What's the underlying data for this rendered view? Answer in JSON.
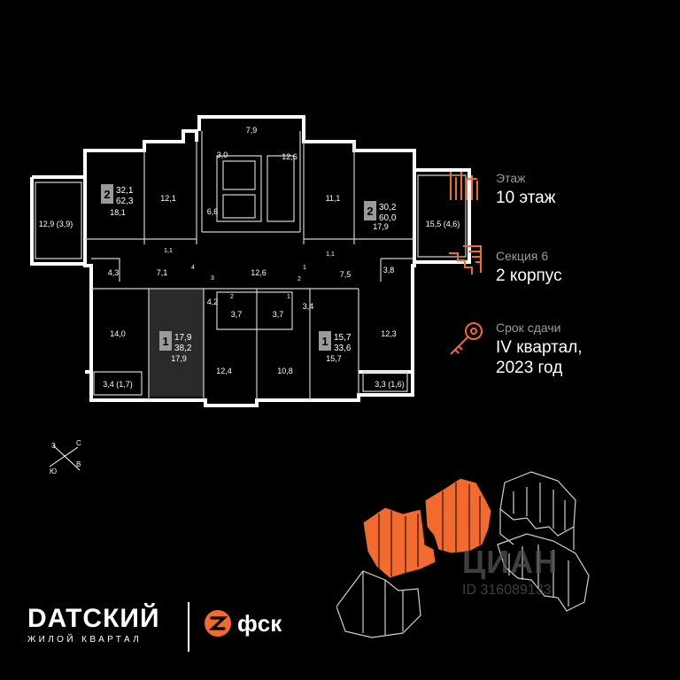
{
  "floor_plan": {
    "apartments": [
      {
        "id": "apt-2-left",
        "rooms": "2",
        "area_living": "32,1",
        "area_total": "62,3"
      },
      {
        "id": "apt-2-right",
        "rooms": "2",
        "area_living": "30,2",
        "area_total": "60,0"
      },
      {
        "id": "apt-1-left",
        "rooms": "1",
        "area_living": "17,9",
        "area_total": "38,2"
      },
      {
        "id": "apt-1-right",
        "rooms": "1",
        "area_living": "15,7",
        "area_total": "33,6"
      }
    ],
    "rooms": [
      {
        "key": "r1",
        "label": "7,9"
      },
      {
        "key": "r2",
        "label": "3,0"
      },
      {
        "key": "r3",
        "label": "12,6"
      },
      {
        "key": "r4",
        "label": "12,9 (3,9)"
      },
      {
        "key": "r5",
        "label": "18,1"
      },
      {
        "key": "r6",
        "label": "12,1"
      },
      {
        "key": "r7",
        "label": "6,6"
      },
      {
        "key": "r8",
        "label": "11,1"
      },
      {
        "key": "r9",
        "label": "17,9"
      },
      {
        "key": "r10",
        "label": "15,5 (4,6)"
      },
      {
        "key": "r11",
        "label": "1,1"
      },
      {
        "key": "r12",
        "label": "1,1"
      },
      {
        "key": "r13",
        "label": "4,3"
      },
      {
        "key": "r14",
        "label": "7,1"
      },
      {
        "key": "r15",
        "label": "12,6"
      },
      {
        "key": "r16",
        "label": "7,5"
      },
      {
        "key": "r17",
        "label": "3,8"
      },
      {
        "key": "r18",
        "label": "4,2"
      },
      {
        "key": "r19",
        "label": "3,7"
      },
      {
        "key": "r20",
        "label": "3,7"
      },
      {
        "key": "r21",
        "label": "3,4"
      },
      {
        "key": "r22",
        "label": "14,0"
      },
      {
        "key": "r23",
        "label": "17,9"
      },
      {
        "key": "r24",
        "label": "12,4"
      },
      {
        "key": "r25",
        "label": "10,8"
      },
      {
        "key": "r26",
        "label": "15,7"
      },
      {
        "key": "r27",
        "label": "12,3"
      },
      {
        "key": "r28",
        "label": "3,4 (1,7)"
      },
      {
        "key": "r29",
        "label": "3,3 (1,6)"
      },
      {
        "key": "d1",
        "label": "4"
      },
      {
        "key": "d2",
        "label": "3"
      },
      {
        "key": "d3",
        "label": "1"
      },
      {
        "key": "d4",
        "label": "2"
      },
      {
        "key": "d5",
        "label": "1"
      },
      {
        "key": "d6",
        "label": "2"
      }
    ]
  },
  "compass": {
    "n": "С",
    "w": "З",
    "e": "В",
    "s": "Ю"
  },
  "info": {
    "floor": {
      "label": "Этаж",
      "value": "10 этаж",
      "icon": "floor-icon"
    },
    "section": {
      "label": "Секция 6",
      "value": "2 корпус",
      "icon": "section-stairs-icon"
    },
    "delivery": {
      "label": "Срок сдачи",
      "value_line1": "IV квартал,",
      "value_line2": "2023 год",
      "icon": "key-icon"
    }
  },
  "brand": {
    "title": "DATСКИЙ",
    "subtitle": "ЖИЛОЙ КВАРТАЛ",
    "developer": "фск"
  },
  "watermark": {
    "logo": "ЦИАН",
    "id": "ID 316089133"
  },
  "colors": {
    "accent": "#f26a2e",
    "background": "#000000",
    "muted": "#9b9b9b"
  }
}
